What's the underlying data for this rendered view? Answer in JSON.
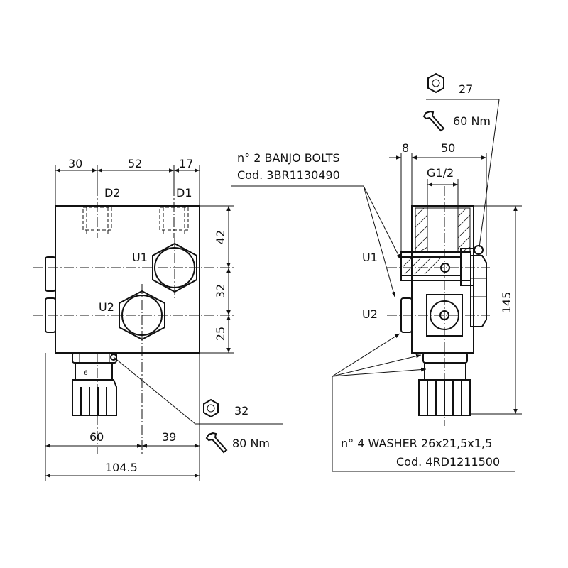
{
  "front_view": {
    "dims_top": [
      "30",
      "52",
      "17"
    ],
    "port_labels": {
      "d2": "D2",
      "d1": "D1",
      "u1": "U1",
      "u2": "U2"
    },
    "dims_right": [
      "42",
      "32",
      "25"
    ],
    "dims_bottom": [
      "60",
      "39"
    ],
    "overall_width": "104.5",
    "hex_size": "32",
    "torque": "80 Nm",
    "knob_mark": "6"
  },
  "side_view": {
    "hex_size": "27",
    "torque": "60 Nm",
    "dim_small": "8",
    "dim_width": "50",
    "thread": "G1/2",
    "dim_height": "145",
    "port_labels": {
      "u1": "U1",
      "u2": "U2"
    },
    "banjo_note": {
      "line1": "n° 2 BANJO BOLTS",
      "line2": "Cod. 3BR1130490"
    },
    "washer_note": {
      "line1": "n° 4 WASHER 26x21,5x1,5",
      "line2": "Cod. 4RD1211500"
    }
  },
  "icons": [
    "hex-nut-icon",
    "wrench-icon"
  ]
}
